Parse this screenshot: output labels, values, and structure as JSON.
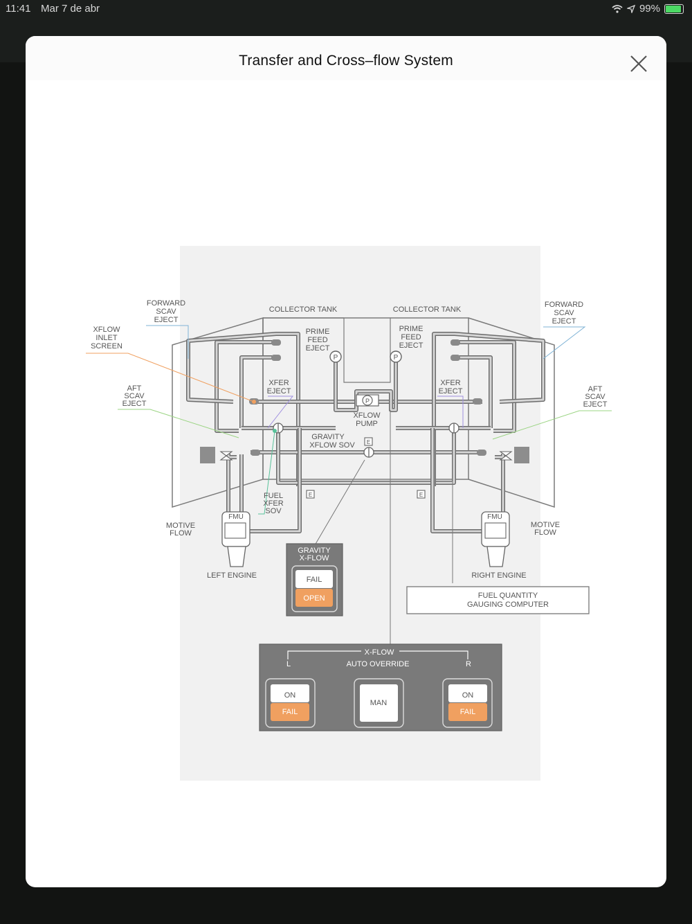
{
  "status_bar": {
    "time": "11:41",
    "date": "Mar 7 de abr",
    "battery": "99%",
    "battery_color": "#4cd964"
  },
  "modal": {
    "title": "Transfer and Cross–flow System",
    "close_icon": "close-icon"
  },
  "diagram": {
    "accent_orange": "#f0a060",
    "panel_gray": "#777777",
    "labels": {
      "xflow_inlet_screen": [
        "XFLOW",
        "INLET",
        "SCREEN"
      ],
      "forward_scav_eject_left": [
        "FORWARD",
        "SCAV",
        "EJECT"
      ],
      "forward_scav_eject_right": [
        "FORWARD",
        "SCAV",
        "EJECT"
      ],
      "collector_tank_left": "COLLECTOR TANK",
      "collector_tank_right": "COLLECTOR TANK",
      "prime_feed_eject_left": [
        "PRIME",
        "FEED",
        "EJECT"
      ],
      "prime_feed_eject_right": [
        "PRIME",
        "FEED",
        "EJECT"
      ],
      "aft_scav_eject_left": [
        "AFT",
        "SCAV",
        "EJECT"
      ],
      "aft_scav_eject_right": [
        "AFT",
        "SCAV",
        "EJECT"
      ],
      "xfer_eject_left": [
        "XFER",
        "EJECT"
      ],
      "xfer_eject_right": [
        "XFER",
        "EJECT"
      ],
      "xflow_pump": [
        "XFLOW",
        "PUMP"
      ],
      "gravity_xflow_sov": [
        "GRAVITY",
        "XFLOW SOV"
      ],
      "fuel_xfer_sov": [
        "FUEL",
        "XFER",
        "SOV"
      ],
      "motive_flow_left": [
        "MOTIVE",
        "FLOW"
      ],
      "motive_flow_right": [
        "MOTIVE",
        "FLOW"
      ],
      "fmu_left": "FMU",
      "fmu_right": "FMU",
      "left_engine": "LEFT ENGINE",
      "right_engine": "RIGHT ENGINE",
      "pump_p": "P",
      "valve_e": "E"
    },
    "gravity_panel": {
      "title": [
        "GRAVITY",
        "X-FLOW"
      ],
      "fail_label": "FAIL",
      "open_label": "OPEN"
    },
    "fqgc": [
      "FUEL QUANTITY",
      "GAUGING COMPUTER"
    ],
    "xflow_panel": {
      "title": "X-FLOW",
      "subtitle": "AUTO OVERRIDE",
      "left_tag": "L",
      "right_tag": "R",
      "left_on": "ON",
      "left_fail": "FAIL",
      "man": "MAN",
      "right_on": "ON",
      "right_fail": "FAIL"
    }
  }
}
